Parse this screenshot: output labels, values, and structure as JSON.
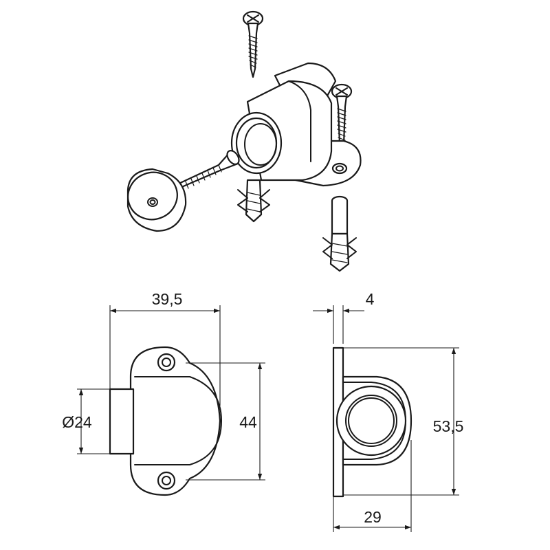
{
  "dimensions": {
    "width_top": "39,5",
    "diameter": "Ø24",
    "height_side": "44",
    "plate_thickness": "4",
    "total_height": "53,5",
    "depth": "29"
  },
  "colors": {
    "line": "#1a1a1a",
    "background": "#ffffff"
  }
}
